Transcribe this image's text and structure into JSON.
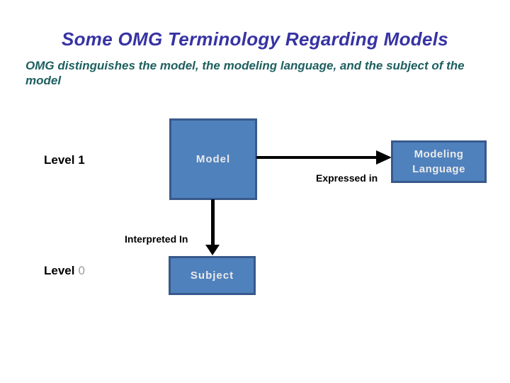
{
  "slide": {
    "title": "Some OMG Terminology Regarding Models",
    "subtitle": "OMG distinguishes the model, the modeling language, and the subject of the model",
    "labels": {
      "level1": "Level 1",
      "level0_word": "Level",
      "level0_number": "0",
      "expressed_in": "Expressed in",
      "interpreted_in": "Interpreted In"
    },
    "boxes": {
      "model": "Model",
      "modeling_language": "Modeling Language",
      "subject": "Subject"
    }
  },
  "colors": {
    "title": "#3733A3",
    "subtitle": "#1E5F5F",
    "box-fill": "#4F81BD",
    "box-border": "#38598C",
    "box-text": "#EAEAEA",
    "arrow": "#000000",
    "label": "#000000",
    "level-number-muted": "#9C9C9C",
    "background": "#FFFFFF"
  }
}
